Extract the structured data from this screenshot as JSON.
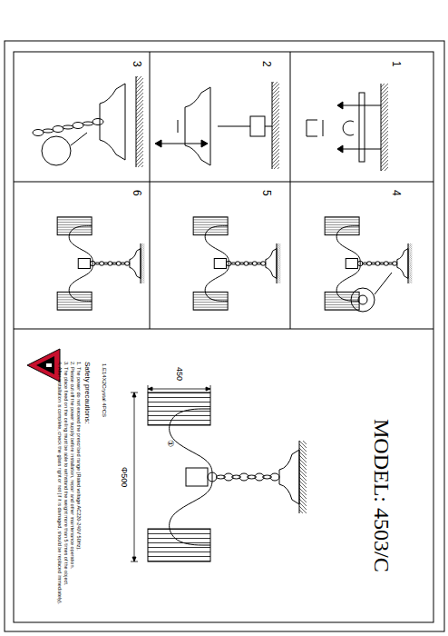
{
  "diagram": {
    "title": "MODEL: 4503/C",
    "labels": [
      "1",
      "2",
      "3",
      "4",
      "5",
      "6",
      "450",
      "Φ500",
      "①",
      "1.E14X2Crystal 4PCS",
      "Safety precautions:",
      "1. The power do not exceed the prescribed range (Rated voltage AC220-240V 50Hz).",
      "2. Please cut off the power supply before installation, repair and other maintenance operation.",
      "3. The place fixed on the ceiling must be able to withstand the weight more than 5 times of the object.",
      "4. After installation is complete, check the glass right or not (if it is damaged, should be replaced immediately)."
    ]
  }
}
